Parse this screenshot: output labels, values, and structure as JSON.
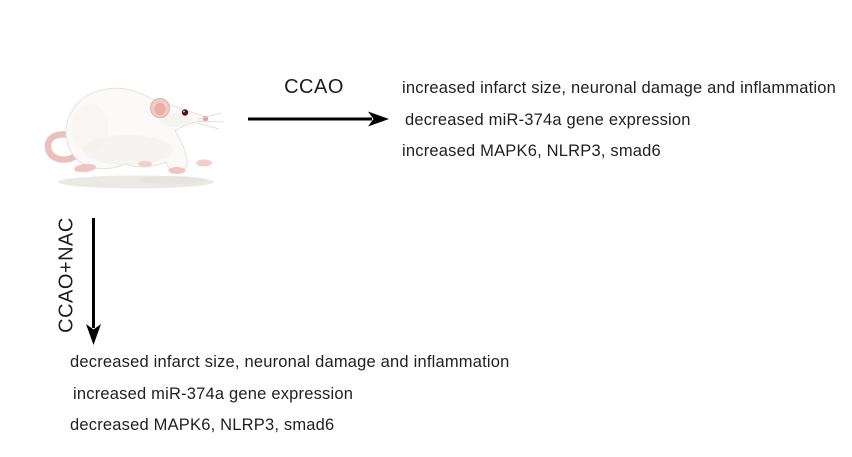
{
  "figure": {
    "background_color": "#ffffff",
    "text_color": "#1f1f1f",
    "arrow_color": "#000000",
    "rat": {
      "alt": "white laboratory rat facing right",
      "body_color": "#fbfaf8",
      "pink_color": "#edbfb9",
      "eye_color": "#4d131c"
    },
    "ccao": {
      "label": "CCAO",
      "outcomes": [
        "increased infarct size, neuronal damage and inflammation",
        "decreased miR-374a gene expression",
        "increased MAPK6, NLRP3, smad6"
      ]
    },
    "ccao_nac": {
      "label": "CCAO+NAC",
      "outcomes": [
        "decreased infarct size, neuronal damage and inflammation",
        "increased miR-374a gene expression",
        "decreased MAPK6, NLRP3, smad6"
      ]
    }
  }
}
